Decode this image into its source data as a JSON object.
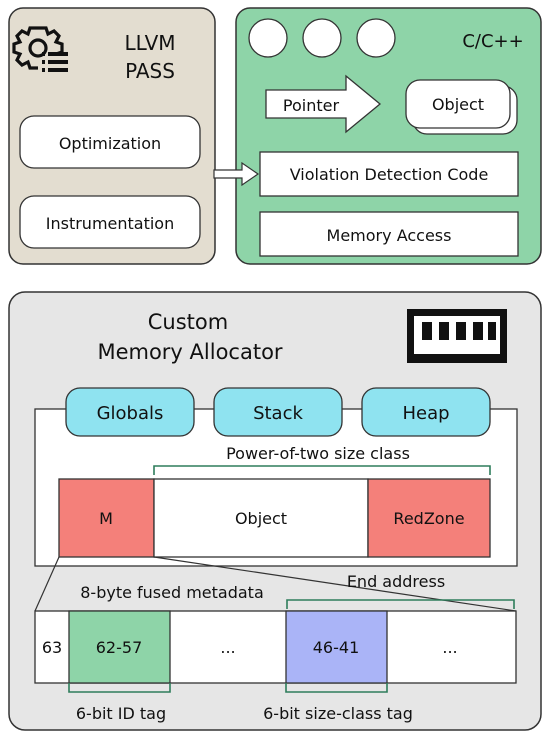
{
  "llvm_pass": {
    "title_line1": "LLVM",
    "title_line2": "PASS",
    "icon": "gear-list-icon",
    "optimization": "Optimization",
    "instrumentation": "Instrumentation"
  },
  "cpp": {
    "title": "C/C++",
    "pointer": "Pointer",
    "object": "Object",
    "violation": "Violation Detection Code",
    "memory_access": "Memory Access"
  },
  "allocator": {
    "title_line1": "Custom",
    "title_line2": "Memory Allocator",
    "icon": "memory-chip-icon",
    "globals": "Globals",
    "stack": "Stack",
    "heap": "Heap",
    "size_class_label": "Power-of-two size class",
    "cell_m": "M",
    "cell_object": "Object",
    "cell_redzone": "RedZone",
    "fused_label": "8-byte fused metadata",
    "end_address": "End address",
    "bit63": "63",
    "bits_id": "62-57",
    "ellipsis1": "...",
    "bits_size": "46-41",
    "ellipsis2": "...",
    "id_tag": "6-bit ID tag",
    "size_tag": "6-bit size-class tag"
  },
  "colors": {
    "llvm_bg": "#e3ddd0",
    "cpp_bg": "#8ed4a8",
    "allocator_bg": "#e6e6e6",
    "region_bg": "#8fe3f0",
    "m_cell": "#f4807a",
    "id_cell": "#8ed4a8",
    "size_cell": "#aab4f7",
    "bracket": "#2e7d5b"
  }
}
